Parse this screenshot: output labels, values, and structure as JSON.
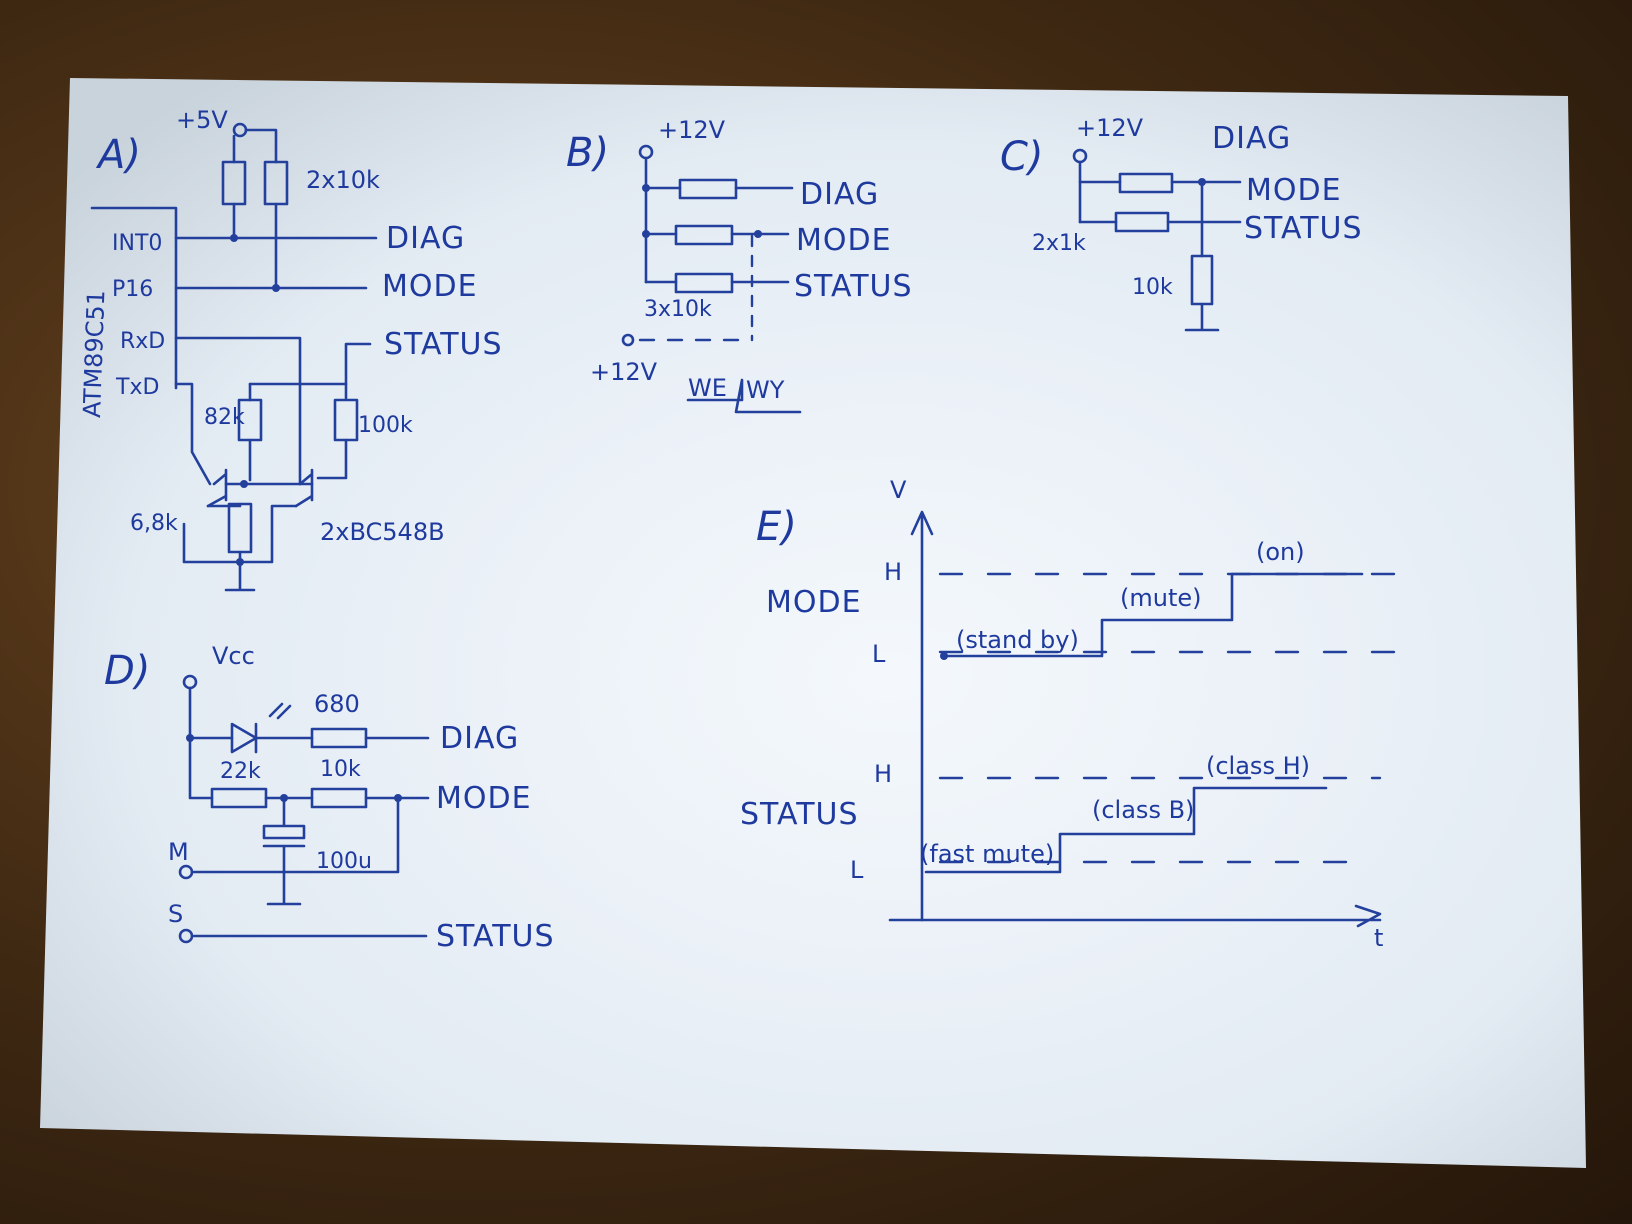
{
  "sections": {
    "a": {
      "label": "A)",
      "supply": "+5V",
      "pullups": "2x10k",
      "chip": "ATM89C51",
      "pins": [
        "INT0",
        "P16",
        "RxD",
        "TxD"
      ],
      "outputs": [
        "DIAG",
        "MODE",
        "STATUS"
      ],
      "r_base": "82k",
      "r_collector": "100k",
      "r_emitter": "6,8k",
      "transistors": "2xBC548B"
    },
    "b": {
      "label": "B)",
      "supply": "+12V",
      "outputs": [
        "DIAG",
        "MODE",
        "STATUS"
      ],
      "resistors": "3x10k",
      "switch_supply": "+12V",
      "switch_in": "WE",
      "switch_out": "WY"
    },
    "c": {
      "label": "C)",
      "supply": "+12V",
      "outputs": [
        "DIAG",
        "MODE",
        "STATUS"
      ],
      "resistors": "2x1k",
      "pulldown": "10k"
    },
    "d": {
      "label": "D)",
      "supply": "Vcc",
      "r_led": "680",
      "r1": "22k",
      "r2": "10k",
      "cap": "100u",
      "switch_m": "M",
      "switch_s": "S",
      "outputs": [
        "DIAG",
        "MODE",
        "STATUS"
      ]
    },
    "e": {
      "label": "E)",
      "y_axis": "V",
      "x_axis": "t",
      "mode_label": "MODE",
      "status_label": "STATUS",
      "high": "H",
      "low": "L",
      "mode_states": [
        "(stand by)",
        "(mute)",
        "(on)"
      ],
      "status_states": [
        "(fast mute)",
        "(class B)",
        "(class H)"
      ]
    }
  },
  "colors": {
    "ink": "#23409c",
    "paper": "#eaf0f7",
    "table": "#3e2812"
  }
}
